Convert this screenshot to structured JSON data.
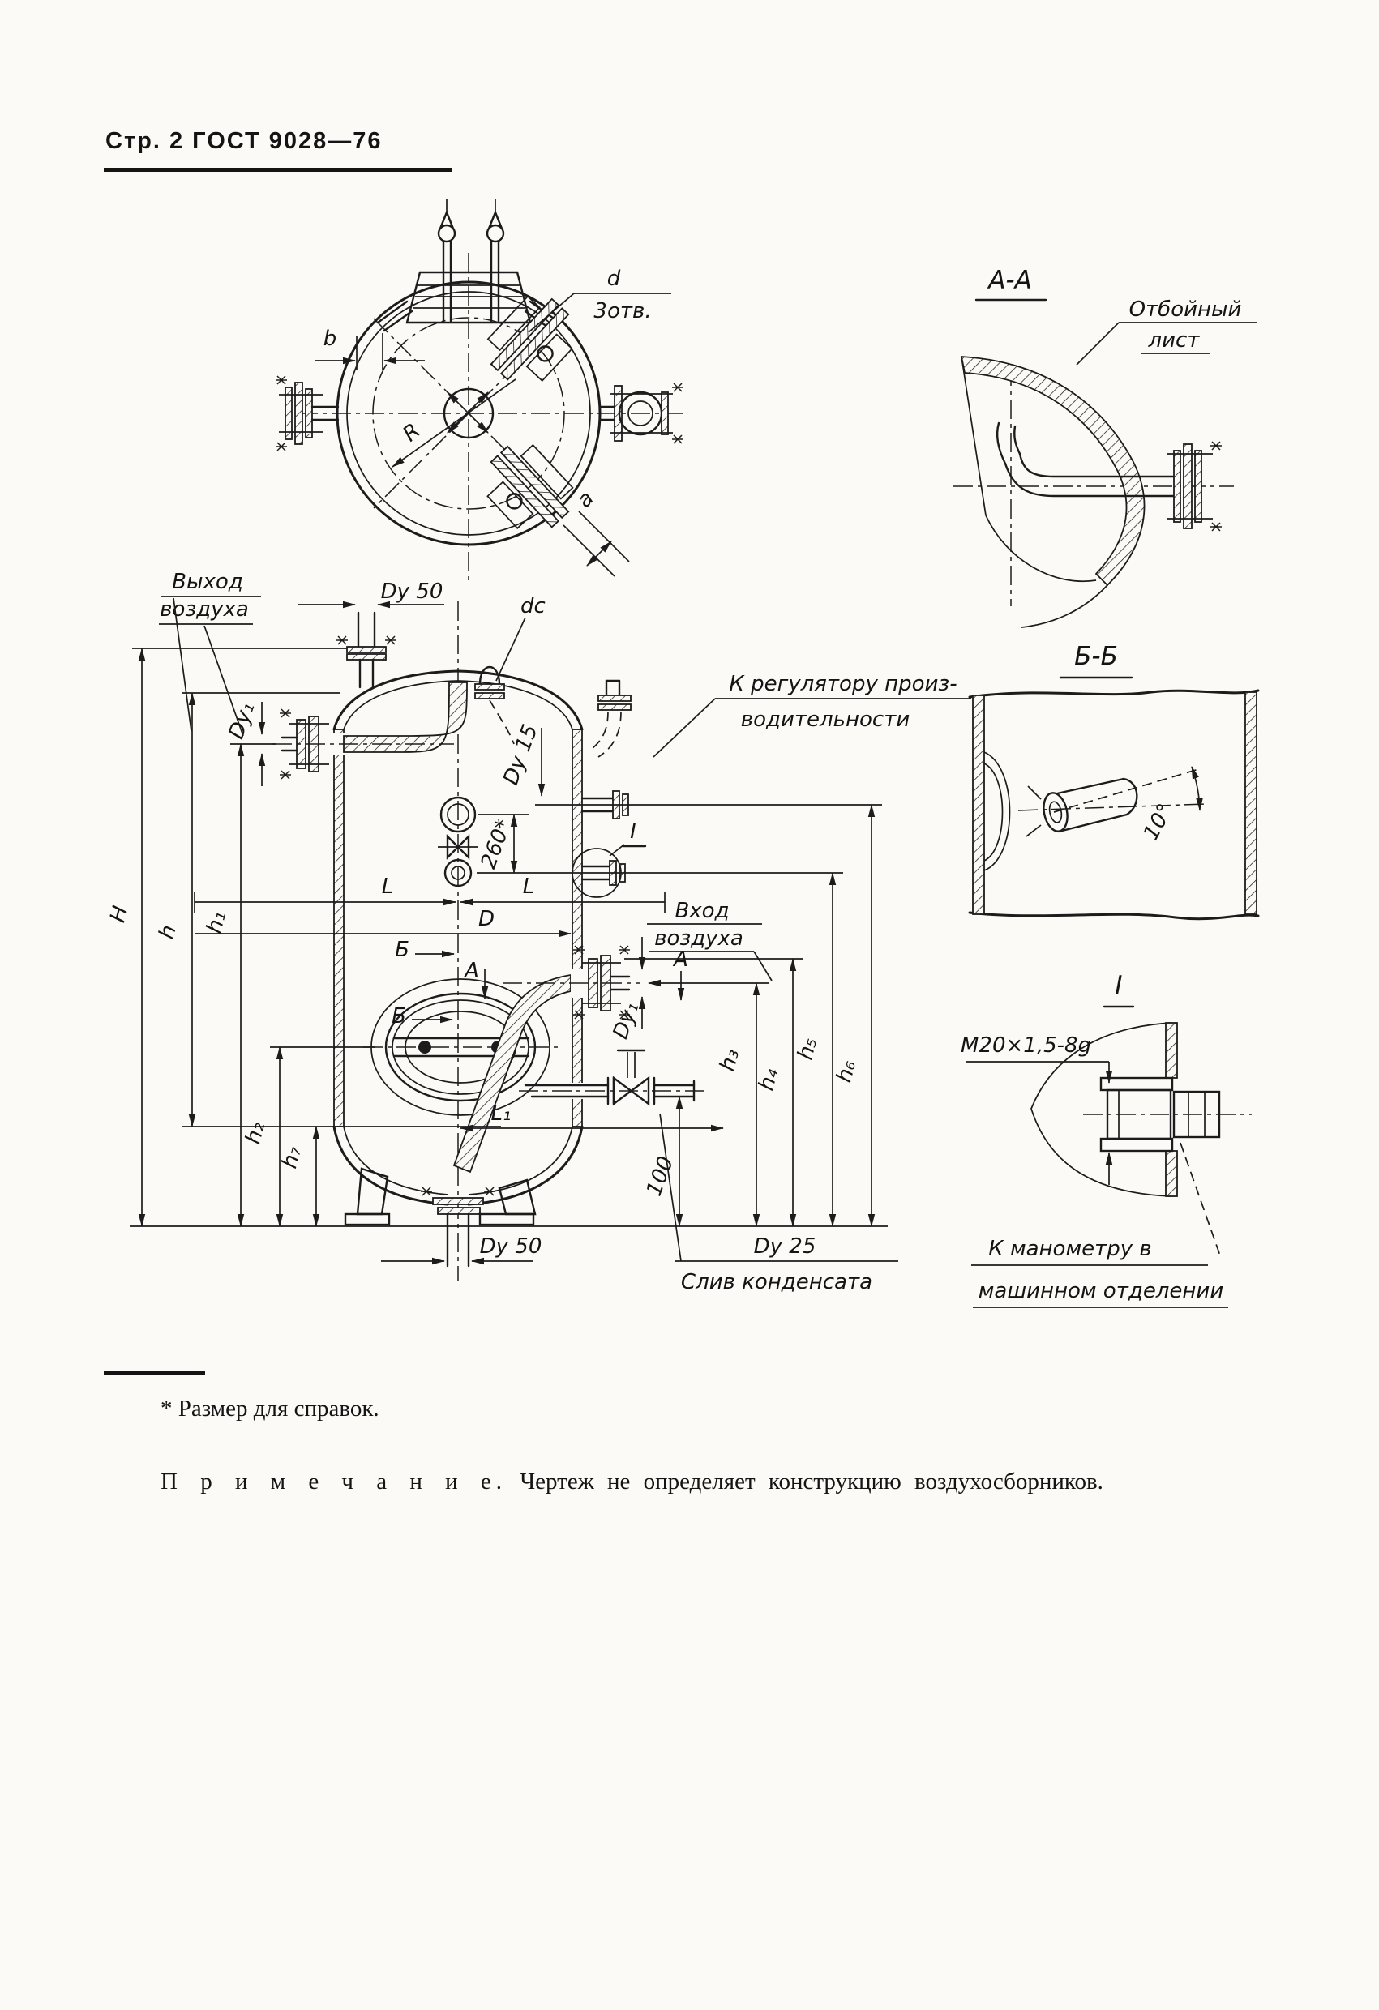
{
  "page": {
    "header": "Стр. 2 ГОСТ 9028—76",
    "footnote": "* Размер для справок.",
    "note_label": "П р и м е ч а н и е.",
    "note_text": "Чертеж не определяет конструкцию воздухосборников."
  },
  "top_view": {
    "dim_b": "b",
    "dim_d": "d",
    "holes": "3отв.",
    "radius": "R",
    "dim_a": "a"
  },
  "section_aa": {
    "title": "А-А",
    "deflector_line1": "Отбойный",
    "deflector_line2": "лист"
  },
  "section_bb": {
    "title": "Б-Б",
    "angle": "10°"
  },
  "detail_i": {
    "title": "I",
    "thread": "М20×1,5-8g",
    "gauge_line1": "К манометру  в",
    "gauge_line2": "машинном отделении"
  },
  "front_view": {
    "air_outlet_line1": "Выход",
    "air_outlet_line2": "воздуха",
    "dn50_top": "Dу 50",
    "dc": "dс",
    "regulator_line1": "К регулятору произ-",
    "regulator_line2": "водительности",
    "dn15": "Dу 15",
    "dim_260": "260*",
    "detail_ref": "I",
    "dim_L_left": "L",
    "dim_L_right": "L",
    "dim_D": "D",
    "cut_B_top": "Б",
    "cut_B_bottom": "Б",
    "cut_A_left": "А",
    "cut_A_right": "А",
    "air_inlet_line1": "Вход",
    "air_inlet_line2": "воздуха",
    "dn1_outlet": "Dу₁",
    "dn1_inlet": "Dу₁",
    "dim_H": "H",
    "dim_h": "h",
    "dim_h1": "h₁",
    "dim_h2": "h₂",
    "dim_h7": "h₇",
    "dim_h3": "h₃",
    "dim_h4": "h₄",
    "dim_h5": "h₅",
    "dim_h6": "h₆",
    "dim_100": "100",
    "dim_L1": "L₁",
    "dn50_bottom": "Dу 50",
    "dn25": "Dу 25",
    "drain_label": "Слив конденсата"
  }
}
